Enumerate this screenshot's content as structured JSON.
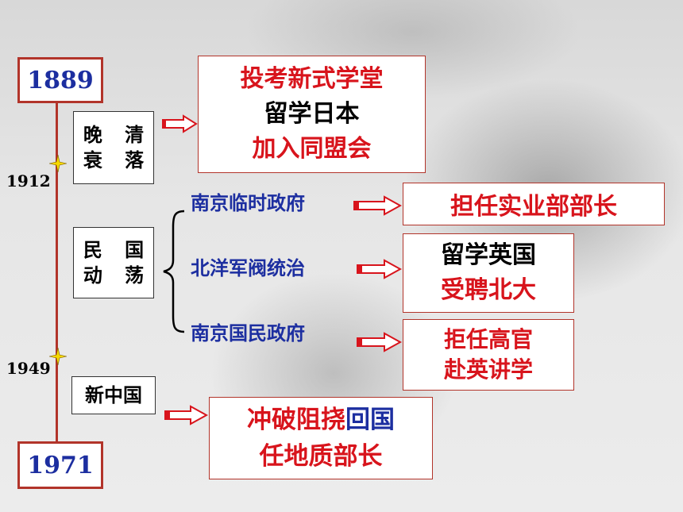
{
  "timeline": {
    "start_year": "1889",
    "end_year": "1971",
    "marks": [
      "1912",
      "1949"
    ]
  },
  "eras": {
    "late_qing": [
      "晚 清",
      "衰 落"
    ],
    "republic": [
      "民 国",
      "动 荡"
    ],
    "new_china": "新中国"
  },
  "late_qing_events": [
    "投考新式学堂",
    "留学日本",
    "加入同盟会"
  ],
  "republic_periods": [
    "南京临时政府",
    "北洋军阀统治",
    "南京国民政府"
  ],
  "republic_events": {
    "nanjing_provisional": "担任实业部部长",
    "beiyang": [
      "留学英国",
      "受聘北大"
    ],
    "nanjing_national": [
      "拒任高官",
      "赴英讲学"
    ]
  },
  "new_china_event": {
    "line1_red": "冲破阻挠",
    "line1_blue": "回国",
    "line2": "任地质部长"
  },
  "colors": {
    "accent_red": "#d8141c",
    "timeline_red": "#b2342a",
    "blue": "#1c2ea0",
    "star": "#f5d800"
  }
}
